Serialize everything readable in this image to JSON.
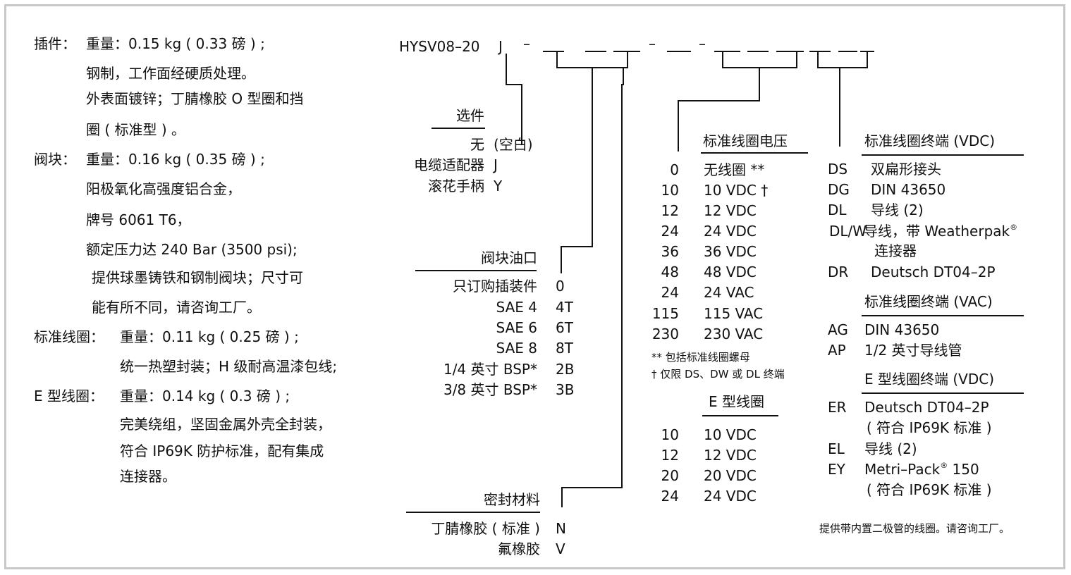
{
  "specs": [
    {
      "title": "插件：",
      "lines": [
        "重量：0.15 kg ( 0.33 磅 ) ;",
        "钢制，工作面经硬质处理。",
        "外表面镀锌；丁腈橡胶 O 型圈和挡",
        "圈 ( 标准型 ) 。"
      ]
    },
    {
      "title": "阀块：",
      "lines": [
        "重量：0.16 kg ( 0.35 磅 ) ;",
        "阳极氧化高强度铝合金，",
        "牌号 6061 T6，",
        "额定压力达 240 Bar (3500 psi);",
        "提供球墨铸铁和钢制阀块；尺寸可",
        "能有所不同，请咨询工厂。"
      ]
    },
    {
      "title": "标准线圈：",
      "lines": [
        "重量：0.11 kg (  0.25 磅 ) ;",
        "统一热塑封装；H 级耐高温漆包线;"
      ]
    },
    {
      "title": "E 型线圈：",
      "lines": [
        "重量：0.14 kg ( 0.3 磅 ) ;",
        "完美绕组，坚固金属外壳全封装，",
        "符合 IP69K 防护标准，配有集成",
        "连接器。"
      ]
    }
  ],
  "model": {
    "code": "HYSV08–20",
    "option_code": "J",
    "dash": "–"
  },
  "options": {
    "title": "选件",
    "items": [
      {
        "label": "无",
        "code": "(空白)"
      },
      {
        "label": "电缆适配器",
        "code": "J"
      },
      {
        "label": "滚花手柄",
        "code": "Y"
      }
    ]
  },
  "ports": {
    "title": "阀块油口",
    "items": [
      {
        "label": "只订购插装件",
        "code": "0"
      },
      {
        "label": "SAE 4",
        "code": "4T"
      },
      {
        "label": "SAE 6",
        "code": "6T"
      },
      {
        "label": "SAE 8",
        "code": "8T"
      },
      {
        "label": "1/4 英寸 BSP*",
        "code": "2B"
      },
      {
        "label": "3/8 英寸 BSP*",
        "code": "3B"
      }
    ]
  },
  "seals": {
    "title": "密封材料",
    "items": [
      {
        "label": "丁腈橡胶 ( 标准 )",
        "code": "N"
      },
      {
        "label": "氟橡胶",
        "code": "V"
      }
    ]
  },
  "coil_voltage": {
    "title": "标准线圈电压",
    "items": [
      {
        "code": "0",
        "label": "无线圈 **"
      },
      {
        "code": "10",
        "label": "10 VDC †"
      },
      {
        "code": "12",
        "label": "12 VDC"
      },
      {
        "code": "24",
        "label": "24 VDC"
      },
      {
        "code": "36",
        "label": "36 VDC"
      },
      {
        "code": "48",
        "label": "48 VDC"
      },
      {
        "code": "24",
        "label": "24 VAC"
      },
      {
        "code": "115",
        "label": "115 VAC"
      },
      {
        "code": "230",
        "label": "230 VAC"
      }
    ],
    "notes": [
      "** 包括标准线圈螺母",
      "†  仅限 DS、DW 或 DL 终端"
    ]
  },
  "e_coil": {
    "title": "E 型线圈",
    "items": [
      {
        "code": "10",
        "label": "10 VDC"
      },
      {
        "code": "12",
        "label": "12 VDC"
      },
      {
        "code": "20",
        "label": "20 VDC"
      },
      {
        "code": "24",
        "label": "24 VDC"
      }
    ]
  },
  "term_vdc": {
    "title": "标准线圈终端 (VDC)",
    "items": [
      {
        "code": "DS",
        "label": "双扁形接头"
      },
      {
        "code": "DG",
        "label": "DIN 43650"
      },
      {
        "code": "DL",
        "label": "导线 (2)"
      },
      {
        "code": "DL/W",
        "label": "导线，带 Weatherpak",
        "sup": "®",
        "label2": "连接器"
      },
      {
        "code": "DR",
        "label": "Deutsch DT04–2P"
      }
    ]
  },
  "term_vac": {
    "title": "标准线圈终端 (VAC)",
    "items": [
      {
        "code": "AG",
        "label": "DIN 43650"
      },
      {
        "code": "AP",
        "label": "1/2 英寸导线管"
      }
    ]
  },
  "term_e": {
    "title": "E 型线圈终端 (VDC)",
    "items": [
      {
        "code": "ER",
        "label": "Deutsch DT04–2P",
        "label2": "( 符合 IP69K 标准 )"
      },
      {
        "code": "EL",
        "label": "导线 (2)"
      },
      {
        "code": "EY",
        "label": "Metri–Pack",
        "sup": "®",
        "label_after": " 150",
        "label2": "( 符合 IP69K 标准 )"
      }
    ]
  },
  "footnote": "提供带内置二极管的线圈。请咨询工厂。"
}
